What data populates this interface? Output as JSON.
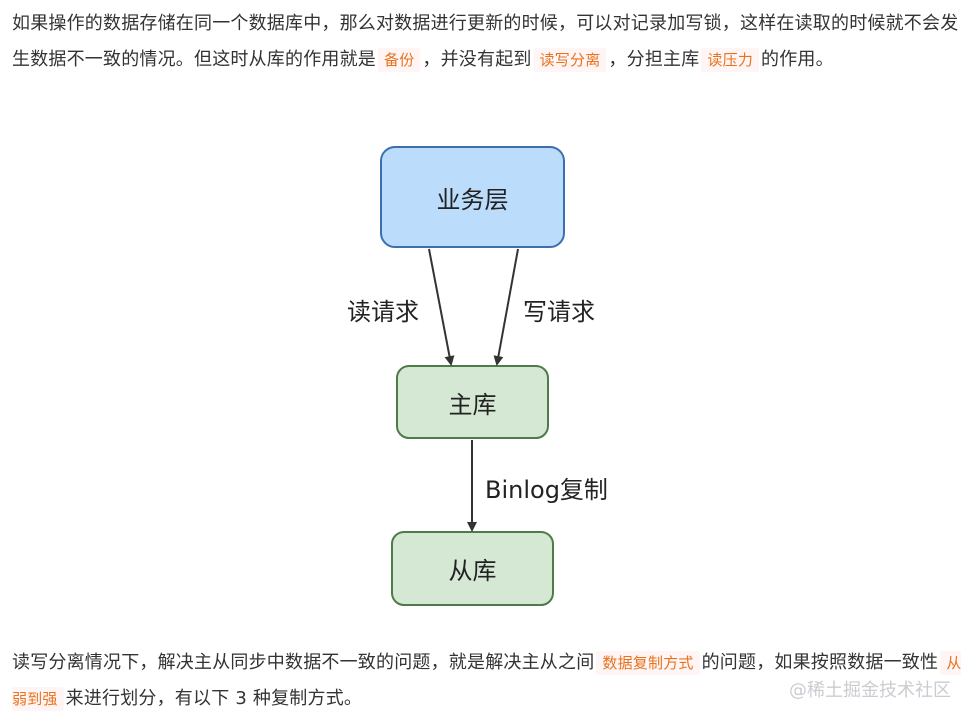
{
  "paragraph_1": {
    "text_a": "如果操作的数据存储在同一个数据库中，那么对数据进行更新的时候，可以对记录加写锁，这样在读取的时候就不会发生数据不一致的情况。但这时从库的作用就是",
    "code_a": "备份",
    "text_b": "，并没有起到",
    "code_b": "读写分离",
    "text_c": "，分担主库",
    "code_c": "读压力",
    "text_d": "的作用。"
  },
  "diagram": {
    "nodes": {
      "business": "业务层",
      "master": "主库",
      "slave": "从库"
    },
    "edges": {
      "read": "读请求",
      "write": "写请求",
      "replication": "Binlog复制"
    },
    "colors": {
      "business_fill": "#bcdcfc",
      "business_stroke": "#3b6fb0",
      "db_fill": "#d5e8d4",
      "db_stroke": "#4f7a4a"
    }
  },
  "paragraph_2": {
    "text_a": "读写分离情况下，解决主从同步中数据不一致的问题，就是解决主从之间",
    "code_a": "数据复制方式",
    "text_b": "的问题，如果按照数据一致性",
    "code_b": "从弱到强",
    "text_c": "来进行划分，有以下 3 种复制方式。"
  },
  "watermark": "@稀土掘金技术社区"
}
